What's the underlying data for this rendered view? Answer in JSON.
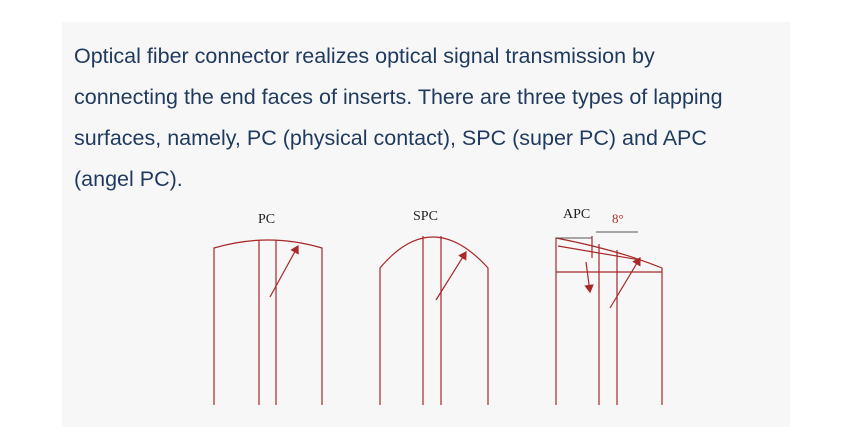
{
  "description": {
    "lines": [
      "Optical fiber connector realizes optical signal transmission by",
      "connecting the end faces of inserts. There are three types of lapping",
      "surfaces, namely,  PC (physical contact), SPC (super PC) and APC",
      "(angel PC)."
    ]
  },
  "diagram": {
    "pc_label": "PC",
    "spc_label": "SPC",
    "apc_label": "APC",
    "apc_angle_label": "8°"
  },
  "colors": {
    "text": "#1f3a5f",
    "outline": "#a82828",
    "panel": "#f7f7f7"
  }
}
